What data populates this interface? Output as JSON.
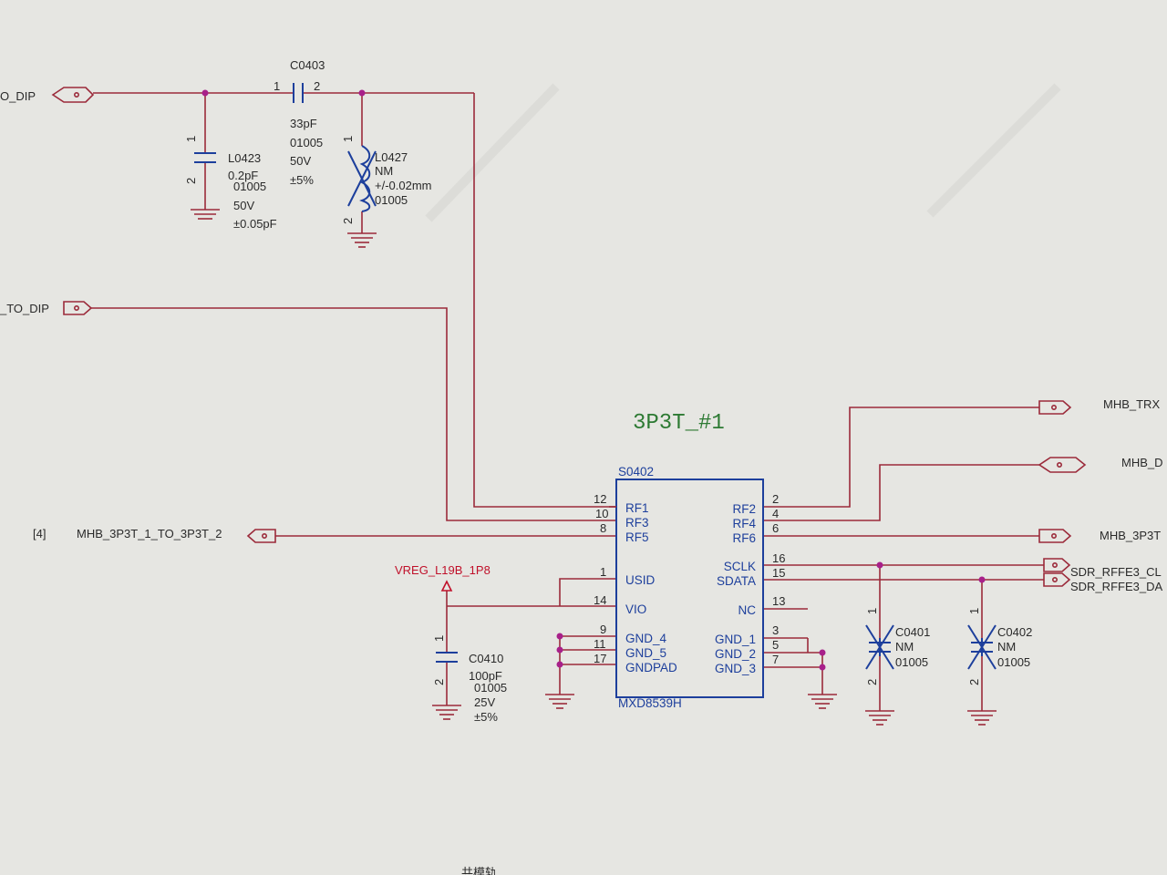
{
  "ports": {
    "top_left": "O_DIP",
    "mid_left": "_TO_DIP",
    "rf5_net": "MHB_3P3T_1_TO_3P3T_2",
    "rf5_ref": "[4]",
    "right_rf2": "MHB_TRX",
    "right_rf4": "MHB_D",
    "right_rf6": "MHB_3P3T",
    "sclk": "SDR_RFFE3_CL",
    "sdata": "SDR_RFFE3_DA"
  },
  "power": {
    "vreg": "VREG_L19B_1P8"
  },
  "block_title": "3P3T_#1",
  "ic": {
    "ref": "S0402",
    "part": "MXD8539H",
    "left_pins": [
      {
        "num": "12",
        "name": "RF1"
      },
      {
        "num": "10",
        "name": "RF3"
      },
      {
        "num": "8",
        "name": "RF5"
      },
      {
        "num": "1",
        "name": "USID"
      },
      {
        "num": "14",
        "name": "VIO"
      },
      {
        "num": "9",
        "name": "GND_4"
      },
      {
        "num": "11",
        "name": "GND_5"
      },
      {
        "num": "17",
        "name": "GNDPAD"
      }
    ],
    "right_pins": [
      {
        "num": "2",
        "name": "RF2"
      },
      {
        "num": "4",
        "name": "RF4"
      },
      {
        "num": "6",
        "name": "RF6"
      },
      {
        "num": "16",
        "name": "SCLK"
      },
      {
        "num": "15",
        "name": "SDATA"
      },
      {
        "num": "13",
        "name": "NC"
      },
      {
        "num": "3",
        "name": "GND_1"
      },
      {
        "num": "5",
        "name": "GND_2"
      },
      {
        "num": "7",
        "name": "GND_3"
      }
    ]
  },
  "c0403": {
    "ref": "C0403",
    "pin1": "1",
    "pin2": "2",
    "lines": [
      "33pF",
      "01005",
      "50V",
      "±5%"
    ]
  },
  "l0423": {
    "ref": "L0423",
    "pin1": "1",
    "pin2": "2",
    "lines": [
      "0.2pF",
      "01005",
      "50V",
      "±0.05pF"
    ]
  },
  "l0427": {
    "ref": "L0427",
    "pin1": "1",
    "pin2": "2",
    "lines": [
      "NM",
      "+/-0.02mm",
      "01005"
    ]
  },
  "c0410": {
    "ref": "C0410",
    "pin1": "1",
    "pin2": "2",
    "lines": [
      "100pF",
      "01005",
      "25V",
      "±5%"
    ]
  },
  "c0401": {
    "ref": "C0401",
    "pin1": "1",
    "pin2": "2",
    "lines": [
      "NM",
      "01005"
    ]
  },
  "c0402": {
    "ref": "C0402",
    "pin1": "1",
    "pin2": "2",
    "lines": [
      "NM",
      "01005"
    ]
  },
  "bottom_text": "共模轨",
  "colors": {
    "wire": "#9b2a3a",
    "component": "#1d3f9c",
    "title": "#2d7a33",
    "power": "#c0102a",
    "junction": "#a8208a"
  }
}
